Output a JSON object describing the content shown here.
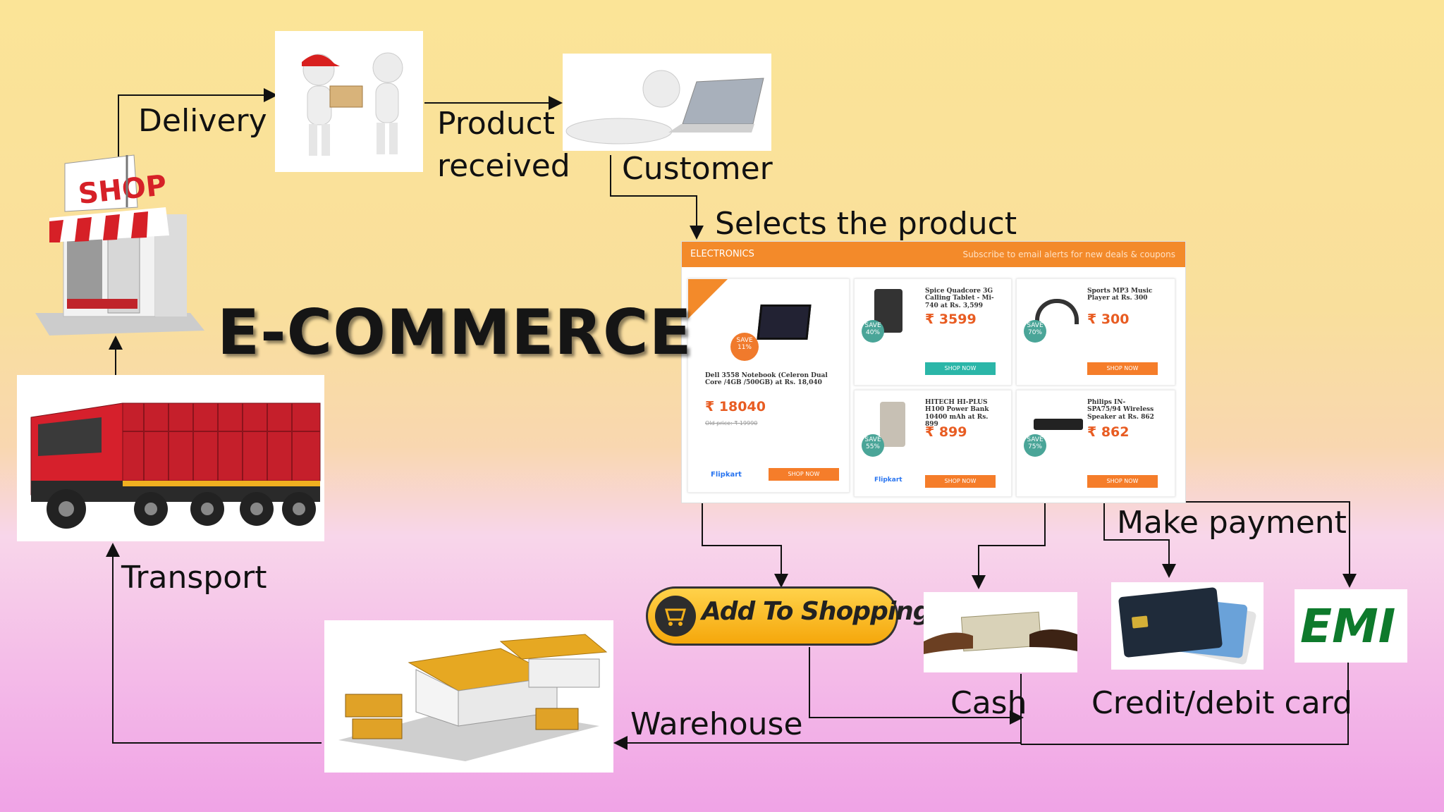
{
  "title": "E-COMMERCE",
  "labels": {
    "delivery": "Delivery",
    "product_received_1": "Product",
    "product_received_2": "received",
    "customer": "Customer",
    "selects": "Selects the product",
    "make_payment": "Make payment",
    "cash": "Cash",
    "card": "Credit/debit card",
    "warehouse": "Warehouse",
    "transport": "Transport"
  },
  "shop_sign": "SHOP",
  "cart_button": "Add To Shopping Cart",
  "emi": "EMI",
  "catalog": {
    "header": "ELECTRONICS",
    "subscribe": "Subscribe to email alerts for new deals & coupons",
    "products": [
      {
        "name": "Dell 3558 Notebook (Celeron Dual Core /4GB /500GB) at Rs. 18,040",
        "price": "₹ 18040",
        "badge": "SAVE 11%",
        "seller": "Flipkart"
      },
      {
        "name": "Spice Quadcore 3G Calling Tablet - Mi-740 at Rs. 3,599",
        "price": "₹ 3599",
        "badge": "SAVE 40%",
        "seller": ""
      },
      {
        "name": "Sports MP3 Music Player at Rs. 300",
        "price": "₹ 300",
        "badge": "SAVE 70%",
        "seller": ""
      },
      {
        "name": "HITECH HI-PLUS H100 Power Bank 10400 mAh at Rs. 899",
        "price": "₹ 899",
        "badge": "SAVE 55%",
        "seller": "Flipkart"
      },
      {
        "name": "Philips IN-SPA75/94 Wireless Speaker at Rs. 862",
        "price": "₹ 862",
        "badge": "SAVE 75%",
        "seller": ""
      }
    ],
    "shop_now": "SHOP NOW"
  }
}
